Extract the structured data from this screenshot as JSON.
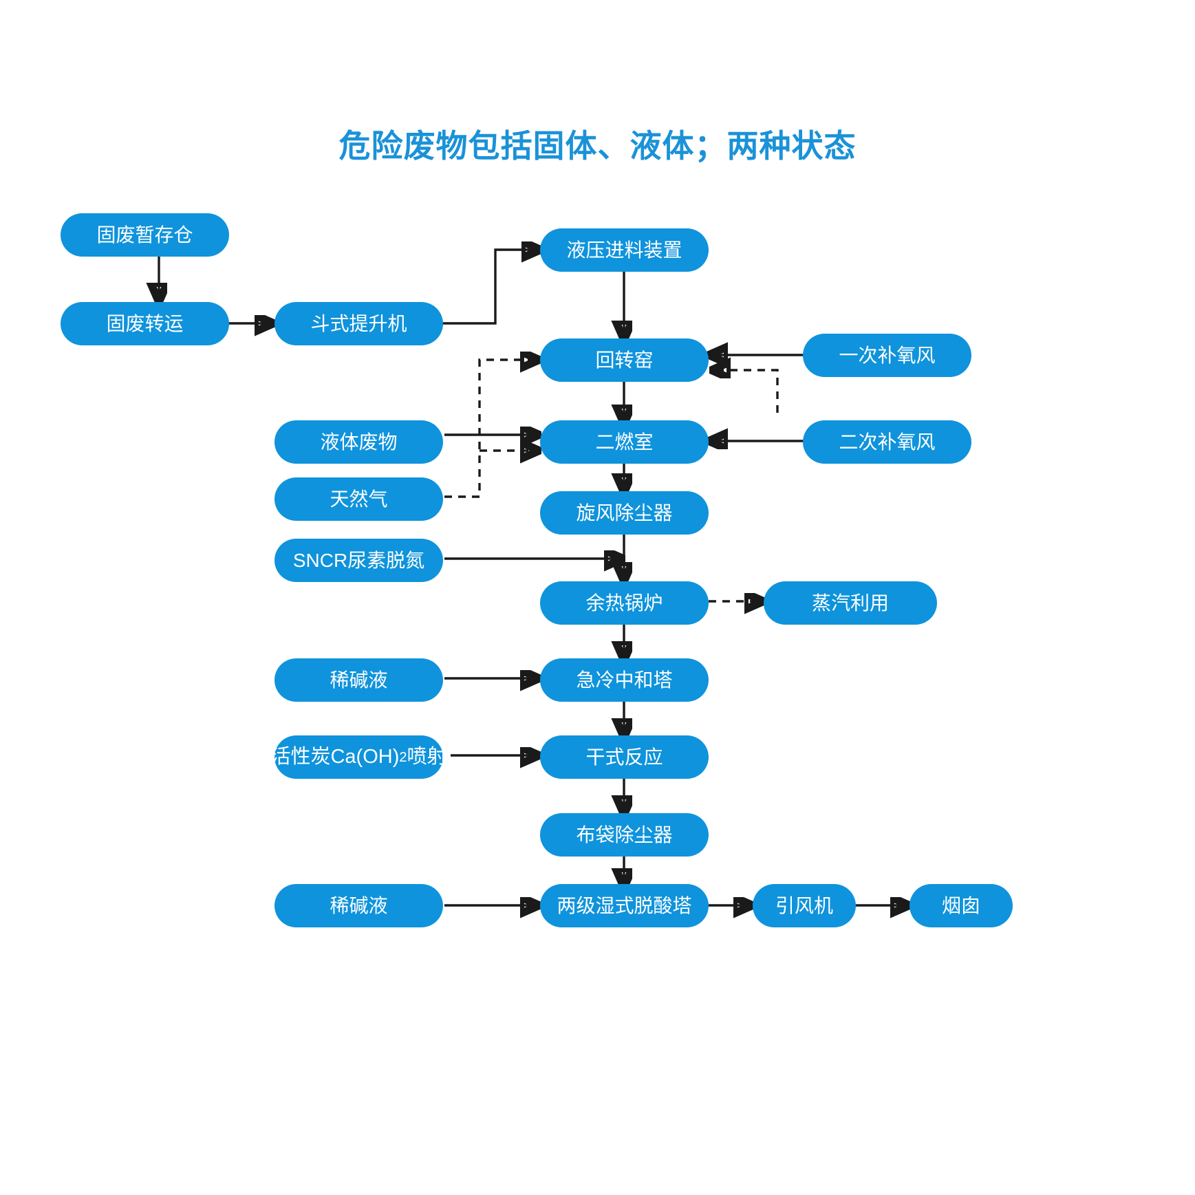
{
  "title": "危险废物包括固体、液体；两种状态",
  "theme": {
    "node_fill": "#0f93dc",
    "node_text": "#ffffff",
    "title_color": "#1a92d8",
    "wire_color": "#1a1a1a",
    "background": "#ffffff"
  },
  "nodes": {
    "solid_storage": "固废暂存仓",
    "solid_transfer": "固废转运",
    "bucket_elevator": "斗式提升机",
    "hydraulic_feeder": "液压进料装置",
    "rotary_kiln": "回转窑",
    "primary_oxygen_air": "一次补氧风",
    "liquid_waste": "液体废物",
    "secondary_chamber": "二燃室",
    "secondary_oxygen_air": "二次补氧风",
    "natural_gas": "天然气",
    "cyclone_dust_collector": "旋风除尘器",
    "sncr_urea_denitrification": "SNCR尿素脱氮",
    "waste_heat_boiler": "余热锅炉",
    "steam_utilization": "蒸汽利用",
    "dilute_alkali_1": "稀碱液",
    "quench_neutralization_tower": "急冷中和塔",
    "activated_carbon_injection_prefix": "活性炭Ca(OH)",
    "activated_carbon_injection_sub": "2",
    "activated_carbon_injection_suffix": "喷射",
    "dry_reaction": "干式反应",
    "bag_filter": "布袋除尘器",
    "dilute_alkali_2": "稀碱液",
    "two_stage_wet_deacidification_tower": "两级湿式脱酸塔",
    "induced_draft_fan": "引风机",
    "chimney": "烟囱"
  },
  "edges": [
    {
      "from": "solid_storage",
      "to": "solid_transfer",
      "style": "solid"
    },
    {
      "from": "solid_transfer",
      "to": "bucket_elevator",
      "style": "solid"
    },
    {
      "from": "bucket_elevator",
      "to": "hydraulic_feeder",
      "style": "solid"
    },
    {
      "from": "hydraulic_feeder",
      "to": "rotary_kiln",
      "style": "solid"
    },
    {
      "from": "primary_oxygen_air",
      "to": "rotary_kiln",
      "style": "solid"
    },
    {
      "from": "primary_oxygen_air",
      "to": "secondary_chamber",
      "style": "solid"
    },
    {
      "from": "natural_gas",
      "to": "rotary_kiln",
      "style": "dashed"
    },
    {
      "from": "natural_gas",
      "to": "secondary_chamber",
      "style": "dashed"
    },
    {
      "from": "secondary_oxygen_air",
      "to": "rotary_kiln",
      "style": "dashed"
    },
    {
      "from": "rotary_kiln",
      "to": "secondary_chamber",
      "style": "solid"
    },
    {
      "from": "liquid_waste",
      "to": "secondary_chamber",
      "style": "solid"
    },
    {
      "from": "secondary_chamber",
      "to": "cyclone_dust_collector",
      "style": "solid"
    },
    {
      "from": "cyclone_dust_collector",
      "to": "waste_heat_boiler",
      "style": "solid"
    },
    {
      "from": "sncr_urea_denitrification",
      "to": "waste_heat_boiler",
      "style": "solid"
    },
    {
      "from": "waste_heat_boiler",
      "to": "steam_utilization",
      "style": "dashed"
    },
    {
      "from": "waste_heat_boiler",
      "to": "quench_neutralization_tower",
      "style": "solid"
    },
    {
      "from": "dilute_alkali_1",
      "to": "quench_neutralization_tower",
      "style": "solid"
    },
    {
      "from": "quench_neutralization_tower",
      "to": "dry_reaction",
      "style": "solid"
    },
    {
      "from": "activated_carbon_injection",
      "to": "dry_reaction",
      "style": "solid"
    },
    {
      "from": "dry_reaction",
      "to": "bag_filter",
      "style": "solid"
    },
    {
      "from": "bag_filter",
      "to": "two_stage_wet_deacidification_tower",
      "style": "solid"
    },
    {
      "from": "dilute_alkali_2",
      "to": "two_stage_wet_deacidification_tower",
      "style": "solid"
    },
    {
      "from": "two_stage_wet_deacidification_tower",
      "to": "induced_draft_fan",
      "style": "solid"
    },
    {
      "from": "induced_draft_fan",
      "to": "chimney",
      "style": "solid"
    }
  ]
}
